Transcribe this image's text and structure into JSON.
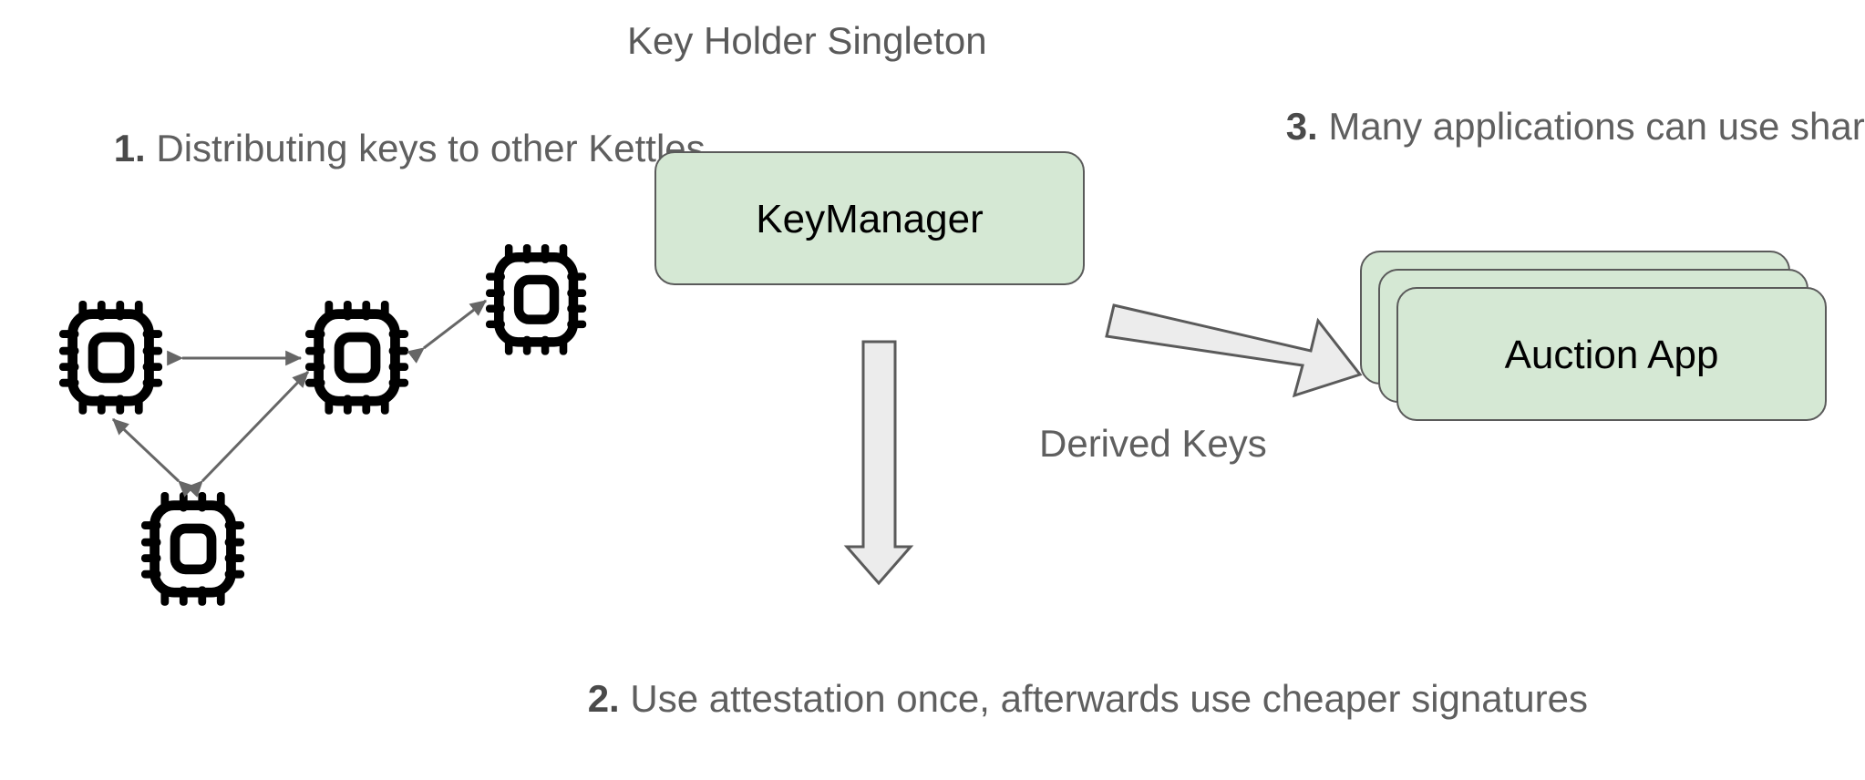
{
  "diagram": {
    "type": "architecture-diagram",
    "background": "#ffffff",
    "palette": {
      "box_fill": "#d5e8d4",
      "box_stroke": "#5a5a5a",
      "arrow_fill": "#ececec",
      "arrow_stroke": "#5a5a5a",
      "text": "#595959",
      "chip": "#000000",
      "thin_arrow": "#666666"
    },
    "title": "Key Holder Singleton",
    "notes": [
      {
        "id": "note-1",
        "number": "1.",
        "text": "Distributing keys to other Kettles"
      },
      {
        "id": "note-2",
        "number": "2.",
        "text": "Use attestation once, afterwards use cheaper signatures"
      },
      {
        "id": "note-3",
        "number": "3.",
        "text": "Many applications can use shared attestation"
      }
    ],
    "nodes": [
      {
        "id": "key-manager",
        "label": "KeyManager",
        "shape": "rounded-rect",
        "stacked": false
      },
      {
        "id": "auction-app",
        "label": "Auction App",
        "shape": "rounded-rect",
        "stacked": true,
        "stack_count": 3
      }
    ],
    "edges": [
      {
        "id": "derived-keys-arrow",
        "label": "Derived Keys",
        "from": "key-manager",
        "to": "auction-app",
        "style": "block-arrow-diagonal"
      },
      {
        "id": "attestation-arrow",
        "label": "",
        "from": "key-manager",
        "to": "note-2",
        "style": "block-arrow-down"
      }
    ],
    "kettle_network": {
      "icon_name": "cpu-chip-icon",
      "node_count": 4,
      "links": [
        {
          "from": "kettle-1",
          "to": "kettle-2",
          "bidirectional": true
        },
        {
          "from": "kettle-2",
          "to": "kettle-3",
          "bidirectional": true
        },
        {
          "from": "kettle-1",
          "to": "kettle-4",
          "bidirectional": true
        },
        {
          "from": "kettle-2",
          "to": "kettle-4",
          "bidirectional": true
        }
      ]
    }
  }
}
